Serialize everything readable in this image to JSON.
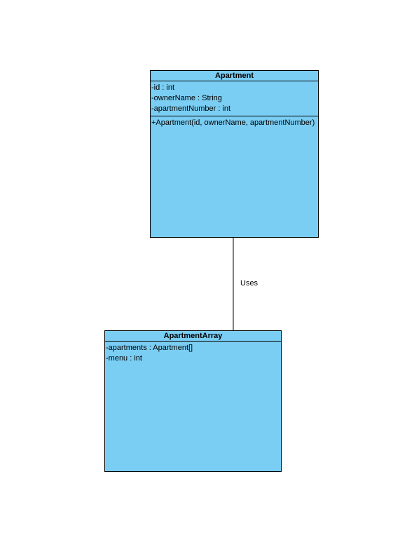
{
  "classes": {
    "apartment": {
      "name": "Apartment",
      "attributes": [
        "-id : int",
        "-ownerName : String",
        "-apartmentNumber : int"
      ],
      "operations": [
        "+Apartment(id, ownerName, apartmentNumber)"
      ]
    },
    "apartment_array": {
      "name": "ApartmentArray",
      "attributes": [
        "-apartments : Apartment[]",
        "-menu : int"
      ]
    }
  },
  "association": {
    "label": "Uses"
  },
  "colors": {
    "class_fill": "#7acdf3",
    "line": "#000000"
  }
}
